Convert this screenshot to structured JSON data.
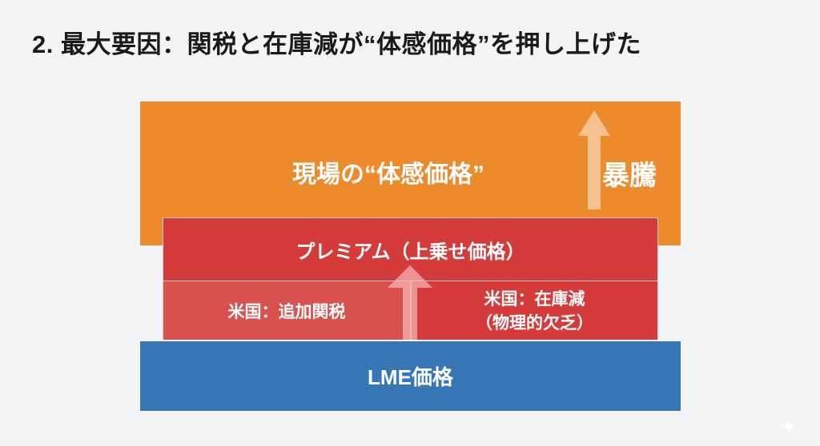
{
  "title": "2. 最大要因：関税と在庫減が“体感価格”を押し上げた",
  "layers": {
    "top": "現場の“体感価格”",
    "surge": "暴騰",
    "premium": "プレミアム（上乗せ価格）",
    "tariff": "米国：追加関税",
    "inventory_line1": "米国：在庫減",
    "inventory_line2": "（物理的欠乏）",
    "base": "LME価格"
  },
  "colors": {
    "orange": "#ec8a2c",
    "red": "#d63b3b",
    "light_red": "#da5250",
    "blue": "#3877b6"
  }
}
